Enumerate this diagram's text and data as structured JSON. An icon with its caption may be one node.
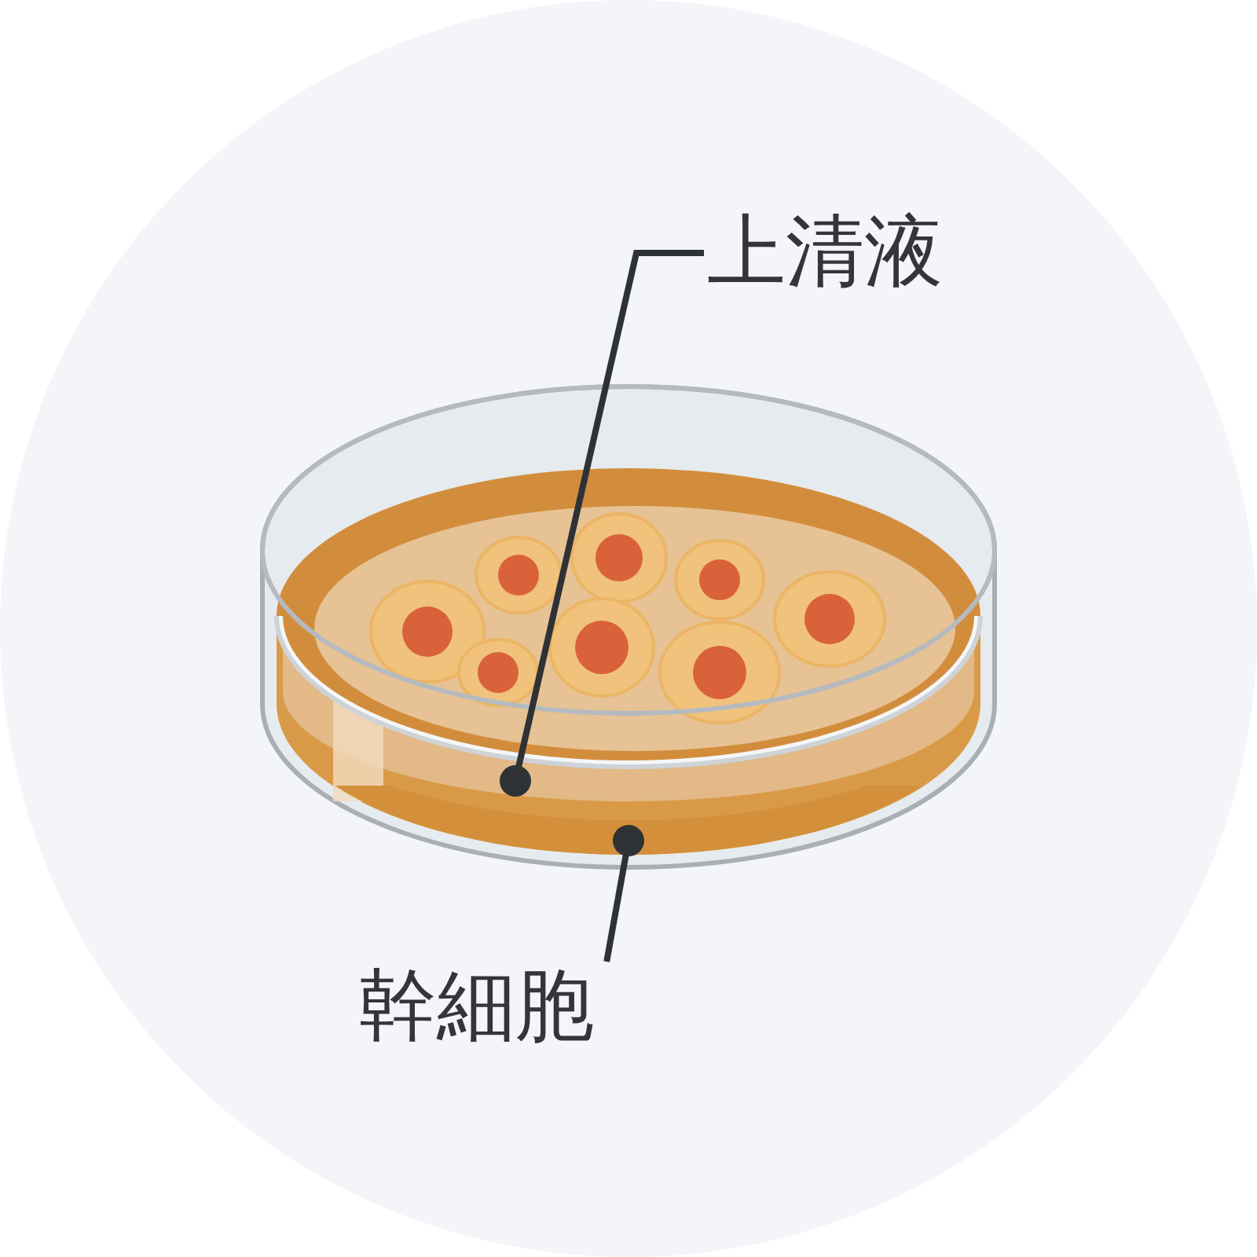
{
  "diagram": {
    "nodes": [
      {
        "text": [
          "上清液"
        ]
      },
      {
        "text": [
          "幹細胞"
        ]
      },
      {
        "text": [],
        "shape": "picture"
      },
      {
        "text": [],
        "shape": "picture"
      }
    ],
    "edges": [
      {
        "from": 0,
        "to": 2,
        "arrow": "other"
      },
      {
        "from": 1,
        "to": 3,
        "arrow": "other"
      }
    ]
  }
}
